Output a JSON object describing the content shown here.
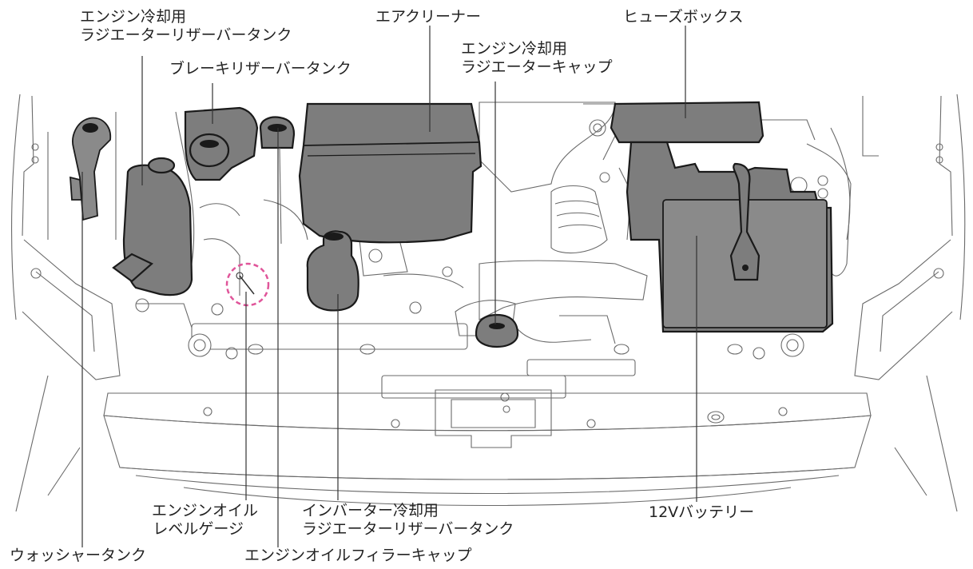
{
  "labels": {
    "coolant_reservoir": {
      "line1": "エンジン冷却用",
      "line2": "ラジエーターリザーバータンク"
    },
    "brake_reservoir": "ブレーキリザーバータンク",
    "air_cleaner": "エアクリーナー",
    "radiator_cap": {
      "line1": "エンジン冷却用",
      "line2": "ラジエーターキャップ"
    },
    "fuse_box": "ヒューズボックス",
    "oil_dipstick": {
      "line1": "エンジンオイル",
      "line2": "レベルゲージ"
    },
    "inverter_reservoir": {
      "line1": "インバーター冷却用",
      "line2": "ラジエーターリザーバータンク"
    },
    "battery": "12Vバッテリー",
    "washer_tank": "ウォッシャータンク",
    "oil_filler_cap": "エンジンオイルフィラーキャップ"
  },
  "colors": {
    "highlight_part": "#7d7d7d",
    "dipstick_circle": "#e0559a",
    "outline": "#6a6a6a"
  }
}
